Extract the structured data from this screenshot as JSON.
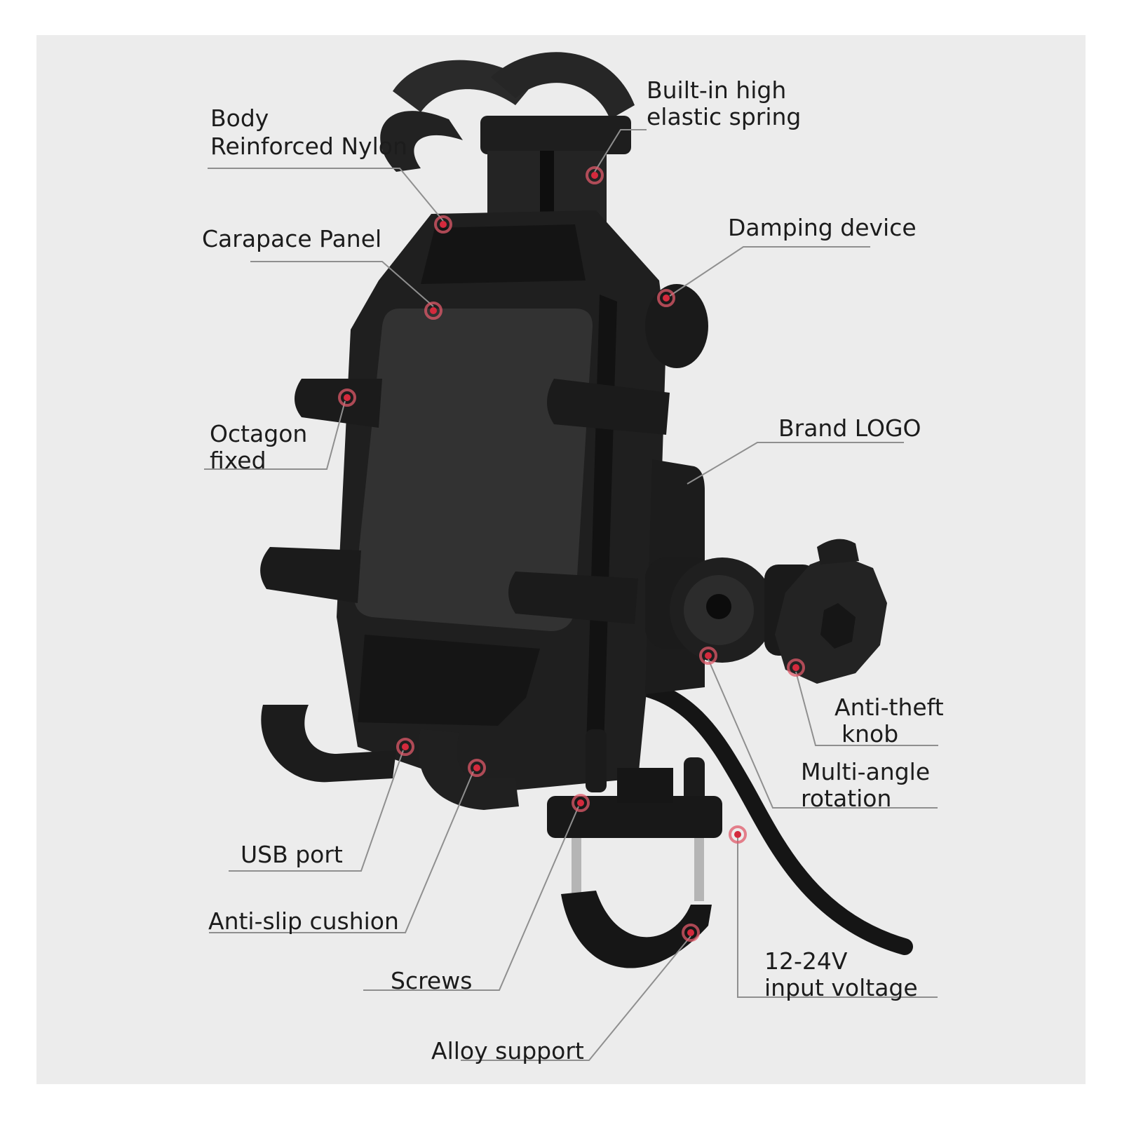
{
  "labels": {
    "body": [
      "Body",
      "Reinforced Nylon"
    ],
    "spring": [
      "Built-in high",
      "elastic spring"
    ],
    "carapace": [
      "Carapace Panel"
    ],
    "damping": [
      "Damping device"
    ],
    "octagon": [
      "Octagon",
      "fixed"
    ],
    "logo": [
      "Brand LOGO"
    ],
    "knob": [
      "Anti-theft",
      "knob"
    ],
    "rotation": [
      "Multi-angle",
      "rotation"
    ],
    "usb": [
      "USB port"
    ],
    "cushion": [
      "Anti-slip cushion"
    ],
    "screws": [
      "Screws"
    ],
    "voltage": [
      "12-24V",
      "input voltage"
    ],
    "alloy": [
      "Alloy support"
    ]
  },
  "colors": {
    "background": "#ececec",
    "product": "#1d1d1d",
    "panel": "#2b2b2b",
    "marker": "#d42a3d",
    "leader": "#8f8f8f",
    "text": "#1c1c1c"
  }
}
